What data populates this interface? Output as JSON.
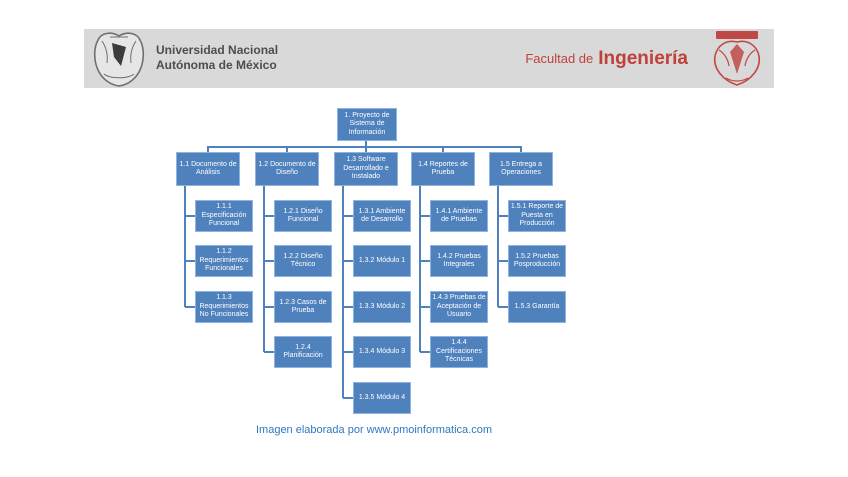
{
  "header": {
    "university_line1": "Universidad Nacional",
    "university_line2": "Autónoma de México",
    "faculty_prefix": "Facultad de",
    "faculty_name": "Ingeniería",
    "unam_logo": "unam-crest",
    "faculty_logo": "facultad-ingenieria-crest"
  },
  "colors": {
    "band_background": "#d9d9d9",
    "node_fill": "#4f81bd",
    "node_border": "#8db3e2",
    "connector": "#4f81bd",
    "faculty_red": "#c0413c",
    "caption_blue": "#2e79c0",
    "university_text": "#4d4d4d"
  },
  "tree": {
    "root_label": "1. Proyecto de Sistema de Información",
    "columns": [
      {
        "label": "1.1 Documento de Análisis",
        "children": [
          "1.1.1 Especificación Funcional",
          "1.1.2 Requerimientos Funcionales",
          "1.1.3 Requerimientos No Funcionales"
        ]
      },
      {
        "label": "1.2 Documento de Diseño",
        "children": [
          "1.2.1 Diseño Funcional",
          "1.2.2 Diseño Técnico",
          "1.2.3 Casos de Prueba",
          "1.2.4 Planificación"
        ]
      },
      {
        "label": "1.3 Software Desarrollado e Instalado",
        "children": [
          "1.3.1 Ambiente de Desarrollo",
          "1.3.2 Módulo 1",
          "1.3.3 Módulo 2",
          "1.3.4 Módulo 3",
          "1.3.5 Módulo 4"
        ]
      },
      {
        "label": "1.4 Reportes de Prueba",
        "children": [
          "1.4.1 Ambiente de Pruebas",
          "1.4.2 Pruebas Integrales",
          "1.4.3 Pruebas de Aceptación de Usuario",
          "1.4.4 Certificaciones Técnicas"
        ]
      },
      {
        "label": "1.5 Entrega a Operaciones",
        "children": [
          "1.5.1 Reporte de Puesta en Producción",
          "1.5.2 Pruebas Posproducción",
          "1.5.3 Garantía"
        ]
      }
    ]
  },
  "caption": "Imagen elaborada por www.pmoinformatica.com"
}
